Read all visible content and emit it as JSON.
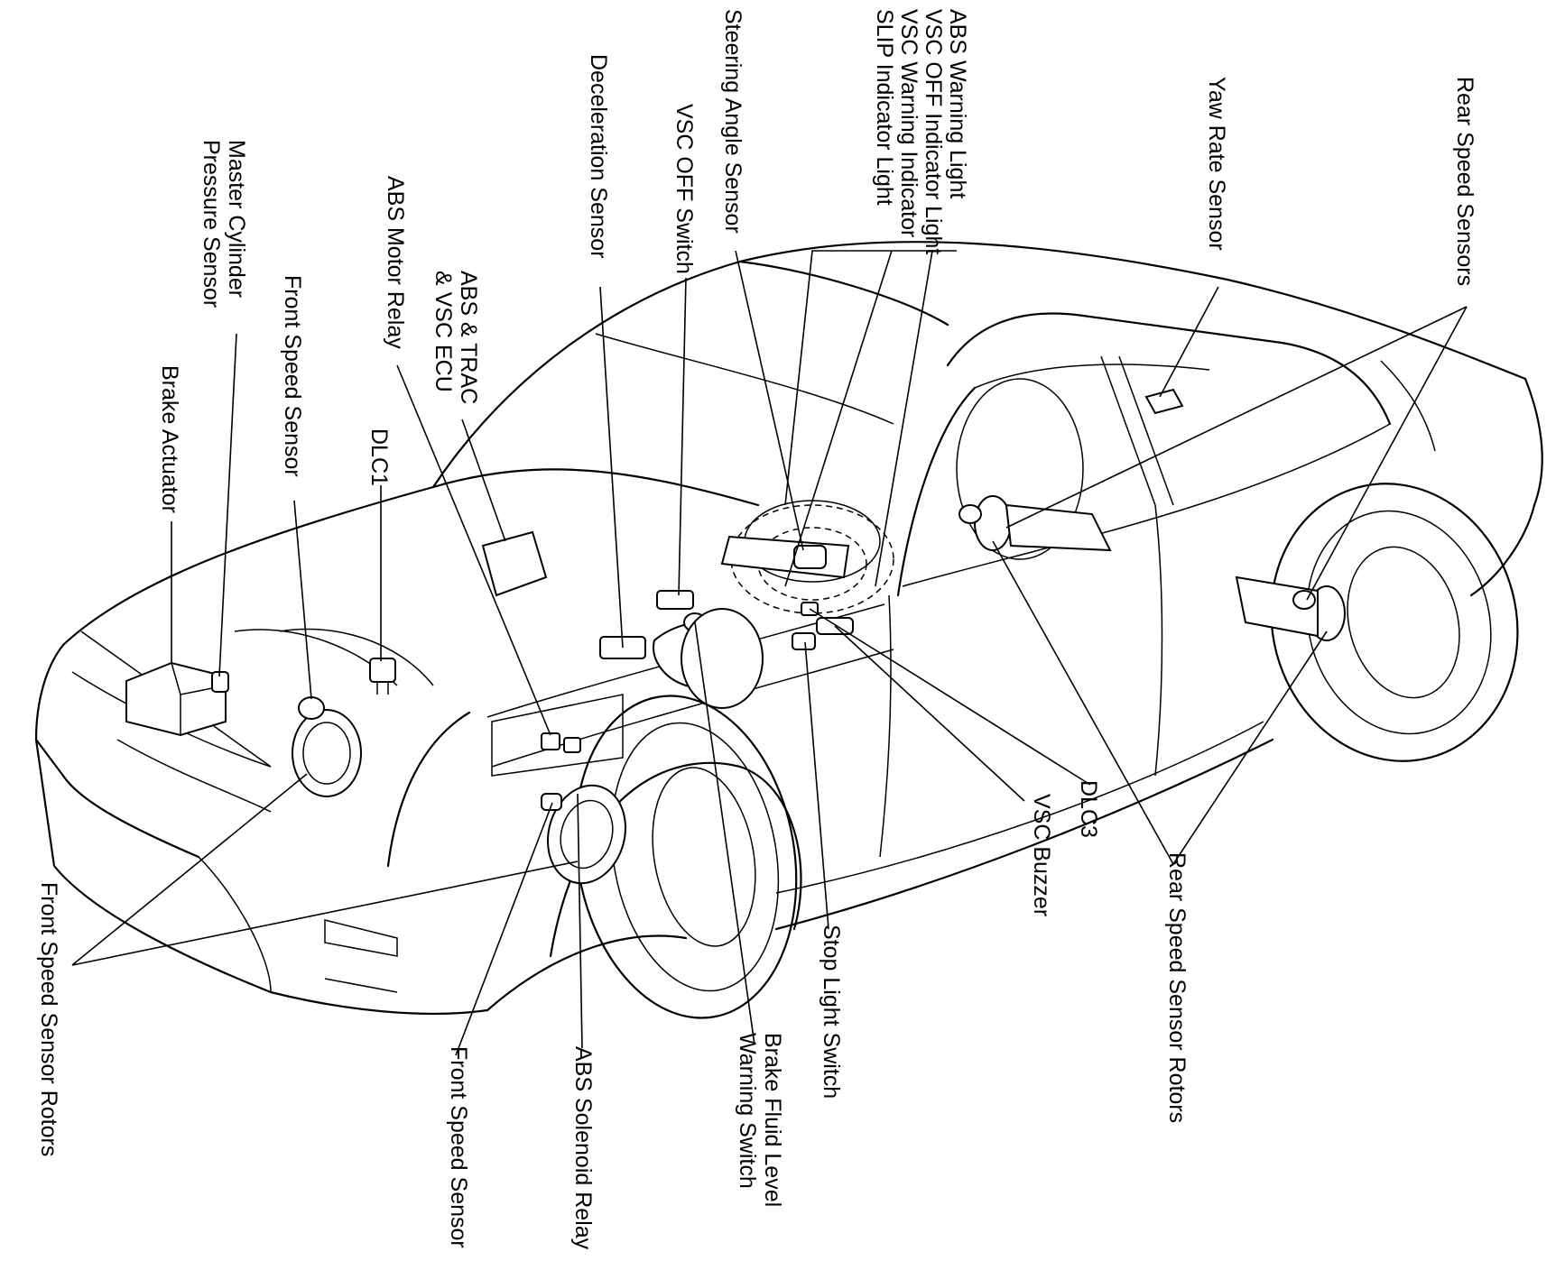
{
  "labels": {
    "abs_warning_light": "ABS Warning Light",
    "vsc_off_indicator_light": "VSC OFF Indicator Light",
    "vsc_warning_indicator": "VSC Warning Indicator",
    "slip_indicator_light": "SLIP Indicator Light",
    "steering_angle_sensor": "Steering Angle Sensor",
    "vsc_off_switch": "VSC OFF Switch",
    "deceleration_sensor": "Deceleration Sensor",
    "yaw_rate_sensor": "Yaw Rate Sensor",
    "rear_speed_sensors": "Rear Speed Sensors",
    "abs_trac_vsc_ecu_line1": "ABS & TRAC",
    "abs_trac_vsc_ecu_line2": "& VSC ECU",
    "abs_motor_relay": "ABS Motor Relay",
    "dlc1": "DLC1",
    "front_speed_sensor_top": "Front Speed Sensor",
    "master_cylinder_line1": "Master Cylinder",
    "master_cylinder_line2": "Pressure Sensor",
    "brake_actuator": "Brake Actuator",
    "front_speed_sensor_rotors": "Front Speed Sensor Rotors",
    "front_speed_sensor_bottom": "Front Speed Sensor",
    "abs_solenoid_relay": "ABS Solenoid Relay",
    "brake_fluid_line1": "Brake Fluid Level",
    "brake_fluid_line2": "Warning Switch",
    "stop_light_switch": "Stop Light Switch",
    "vsc_buzzer": "VSC Buzzer",
    "dlc3": "DLC3",
    "rear_speed_sensor_rotors": "Rear Speed Sensor Rotors"
  }
}
